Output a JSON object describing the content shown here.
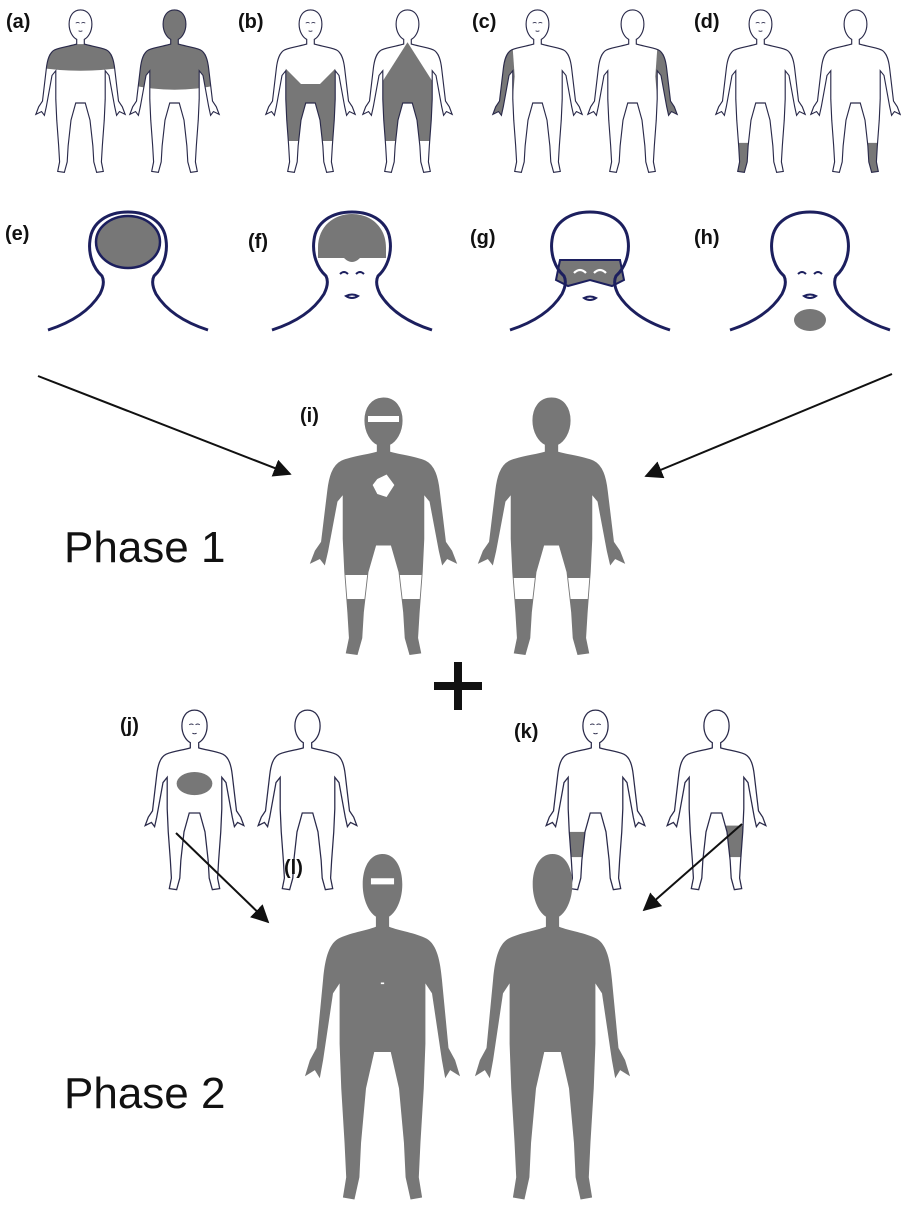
{
  "panels": {
    "a": "(a)",
    "b": "(b)",
    "c": "(c)",
    "d": "(d)",
    "e": "(e)",
    "f": "(f)",
    "g": "(g)",
    "h": "(h)",
    "i": "(i)",
    "j": "(j)",
    "k": "(k)",
    "l": "(l)"
  },
  "phases": {
    "phase1": "Phase 1",
    "phase2": "Phase 2"
  },
  "colors": {
    "shade": "#777777",
    "outline": "#2a2a4a",
    "head_outline": "#1c1f5e",
    "ink": "#111111"
  }
}
